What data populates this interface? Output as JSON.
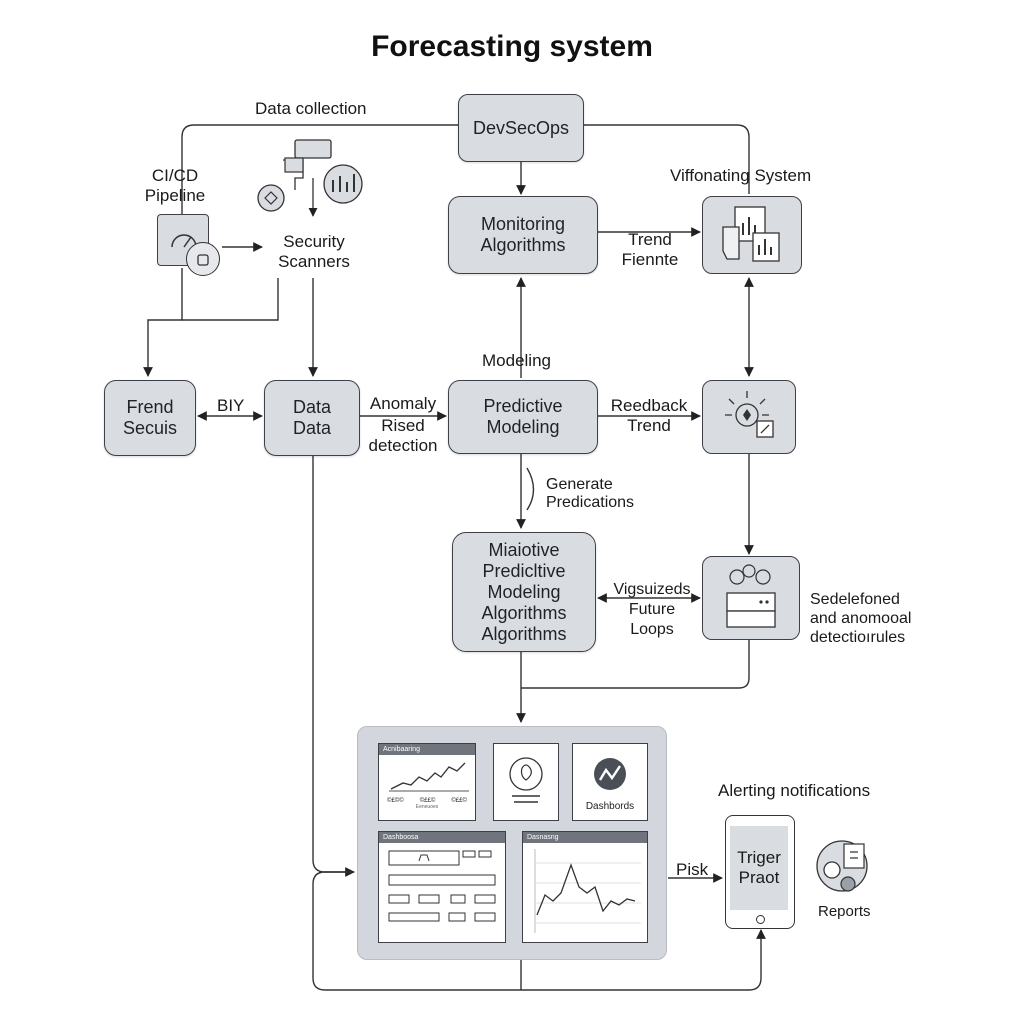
{
  "title": "Forecasting system",
  "nodes": {
    "devsecops": "DevSecOps",
    "monitoring": [
      "Monitoring",
      "Algorithms"
    ],
    "predictive": [
      "Predictive",
      "Modeling"
    ],
    "malgo": [
      "Miaiotive",
      "Predicltive",
      "Modeling",
      "Algorithms",
      "Algorithms"
    ],
    "frend": [
      "Frend",
      "Secuis"
    ],
    "data": [
      "Data",
      "Data"
    ],
    "trigger": [
      "Triger",
      "Praot"
    ]
  },
  "labels": {
    "data_collection": "Data collection",
    "cicd": [
      "CI/CD",
      "Pipeline"
    ],
    "security_scanners": [
      "Security",
      "Scanners"
    ],
    "viffonating": "Viffonating System",
    "trend_fiennte": [
      "Trend",
      "Fiennte"
    ],
    "modeling": "Modeling",
    "biy": "BIY",
    "anomaly": [
      "Anomaly",
      "Rised",
      "detection"
    ],
    "feedback": [
      "Reedback",
      "Trend"
    ],
    "generate": [
      "Generate",
      "Predications"
    ],
    "vigsuizeds": [
      "Vigsuizeds",
      "Future",
      "Loops"
    ],
    "sedele": [
      "Sedelefoned",
      "and anomooal",
      "detectioırules"
    ],
    "alerting": "Alerting notifications",
    "pisk": "Pisk",
    "reports": "Reports"
  },
  "dashboard": {
    "card1_title": "Acnibaaring",
    "card1_ticks": [
      "©£©©",
      "©££©",
      "©££©"
    ],
    "card1_footer": "Eeneuoes",
    "card3_label": "Dashbords",
    "card4_title": "Dashboosa",
    "card5_title": "Dasnasng"
  },
  "icons": [
    "gauge-icon",
    "shield-icon",
    "bar-chart-icon",
    "document-icon",
    "search-icon",
    "bulb-icon",
    "server-icon",
    "cloud-icon",
    "phone-icon",
    "reports-icon",
    "brain-icon"
  ],
  "colors": {
    "box_fill": "#d9dce1",
    "stroke": "#3d4046",
    "panel": "#d3d6dc",
    "card_head": "#6f747d"
  }
}
